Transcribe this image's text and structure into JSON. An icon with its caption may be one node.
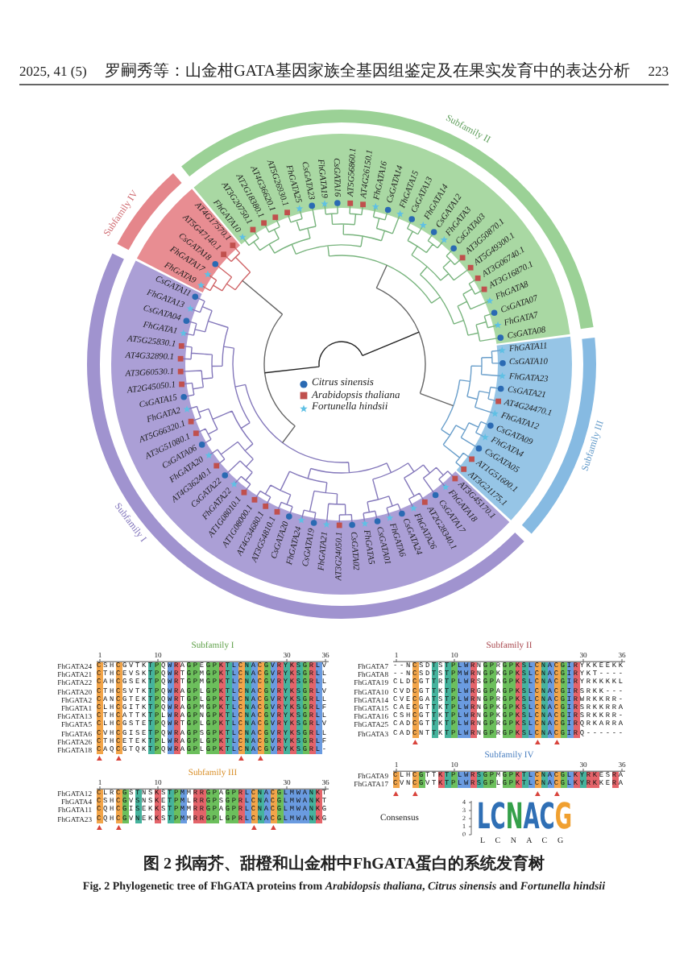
{
  "diagram": {
    "caption": "图 2 拟南芥、甜橙和山金柑中FhGATA蛋白的系统发育树",
    "labels": [
      "2025, 41 (5)",
      "罗嗣秀等：山金柑GATA基因家族全基因组鉴定及在果实发育中的表达分析",
      "223",
      "Subfamily I",
      "CsGATA11",
      "FhGATA13",
      "CsGATA04",
      "FhGATA1",
      "AT5G25830.1",
      "AT4G32890.1",
      "AT3G60530.1",
      "AT2G45050.1",
      "CsGATA15",
      "FhGATA2",
      "AT5G66320.1",
      "AT3G51080.1",
      "CsGATA06",
      "FhGATA20",
      "AT4G36240.1",
      "CsGATA22",
      "FhGATA22",
      "AT1G08010.1",
      "AT1G08000.1",
      "AT4G34680.1",
      "AT3G54810.1",
      "CsGATA20",
      "FhGATA24",
      "CsGATA19",
      "FhGATA21",
      "AT3G24050.1",
      "CsGATA02",
      "FhGATA5",
      "CsGATA01",
      "FhGATA6",
      "CsGATA24",
      "FhGATA26",
      "AT2G28340.1",
      "CsGATA17",
      "FhGATA18",
      "AT3G45170.1",
      "Subfamily II",
      "FhGATA10",
      "AT3G20750.1",
      "AT2G18380.1",
      "AT4G36620.1",
      "AT5G26930.1",
      "FhGATA25",
      "CsGATA23",
      "FhGATA19",
      "CsGATA16",
      "AT5G56860.1",
      "AT4G26150.1",
      "FhGATA16",
      "CsGATA14",
      "FhGATA15",
      "CsGATA13",
      "FhGATA14",
      "CsGATA12",
      "FhGATA3",
      "CsGATA03",
      "AT3G50870.1",
      "AT5G49300.1",
      "AT3G06740.1",
      "AT3G16870.1",
      "FhGATA8",
      "CsGATA07",
      "FhGATA7",
      "CsGATA08",
      "Subfamily III",
      "FhGATA11",
      "CsGATA10",
      "FhGATA23",
      "CsGATA21",
      "AT4G24470.1",
      "FhGATA12",
      "CsGATA09",
      "FhGATA4",
      "CsGATA05",
      "AT1G51600.1",
      "AT3G21175.1",
      "Subfamily IV",
      "FhGATA9",
      "FhGATA17",
      "CsGATA18",
      "AT5G47140.1",
      "AT4G17570.1",
      "Subfamily I",
      "1",
      "10",
      "30",
      "36",
      "FhGATA24",
      "CSHCGVTKTPQWRAGPEGPKTLCNACGVRYKSGRLV",
      "FhGATA21",
      "CTHCEVSKTPQWRTGPMGPKTLCNACGVRYKSGRLL",
      "FhGATA22",
      "CAHCGSEKTPQWRTGPMGPKTLCNACGVRYKSGRLL",
      "FhGATA20",
      "CTHCSVTKTPQWRAGPLGPKTLCNACGVRYKSGRLV",
      "FhGATA2",
      "CANCGTEKTPQWRTGPLGPKTLCNACGVRYKSGRLL",
      "FhGATA1",
      "CLHCGITKTPQWRAGPMGPKTLCNACGVRYKSGRLF",
      "FhGATA13",
      "CTHCATTKTPLWRAGPNGPKTLCNACGVRYKSGRLL",
      "FhGATA5",
      "CLHCGSTETPQWRTGPLGPKTLCNACGVRYKSGRLV",
      "FhGATA6",
      "CVHCGISETPQWRAGPSGPKTLCNACGVRYKSGRLL",
      "FhGATA26",
      "CTHCETEKTPLWRAGPLGPKTLCNACGVRYKSGRLF",
      "FhGATA18",
      "CAQCGTQKTPQWRAGPLGPKTLCNACGVRYKSGRL-",
      "Subfamily II",
      "1",
      "10",
      "30",
      "36",
      "FhGATA7",
      "--NCSDTSTPLWRNGPRGPKSLCNACGIRYKKEEKK",
      "FhGATA8",
      "--NCSDTSTPMWRNGPKGPKSLCNACGIRYKT----",
      "FhGATA19",
      "CLDCGTTRTPLWRSGPAGPKSLCNACGIRYRKKKKL",
      "FhGATA10",
      "CVDCGTTKTPLWRGGPAGPKSLCNACGIRSRKK---",
      "FhGATA14",
      "CVECGATSTPLWRNGPRGPKSLCNACGIRWRKKRR-",
      "FhGATA15",
      "CAECGTTKTPLWRNGPKGPKSLCNACGIRSRKKRRA",
      "FhGATA16",
      "CSHCGTTKTPLWRNGPKGPKSLCNACGIRSRKKRR-",
      "FhGATA25",
      "CADCGTTKTPLWRNGPRGPKSLCNACGIRQRKARRA",
      "FhGATA3",
      "CADCNTTKTPLWRNGPRGPKSLCNACGIRQ------",
      "Subfamily III",
      "1",
      "10",
      "30",
      "36",
      "FhGATA12",
      "CLRCGSTNSKSTPMMRRGPAGPRLCNACGLMWANKT",
      "FhGATA4",
      "CSHCGVSNSKETPMLRRGPSGPRLCNACGLMWANKT",
      "FhGATA11",
      "CQHCGISEKKSTPMMRRGPAGPRLCNACGLMWANKG",
      "FhGATA23",
      "CQHCGVNEKKSTPMMRRGPLGPRLCNACGLMWANKG",
      "Subfamily IV",
      "1",
      "10",
      "30",
      "36",
      "FhGATA9",
      "CLHCGTTKTPLWRSGPMGPKTLCNACGLKYRKESRA",
      "FhGATA17",
      "CVNCGVTKTPLWRSGPLGPKTLCNACGLKYRKKERA",
      "Consensus",
      "4",
      "3",
      "2",
      "1",
      "0",
      "LCNACG",
      "L C N A C G",
      "Fig. 2 Phylogenetic tree of FhGATA proteins from *Arabidopsis thaliana*, *Citrus sinensis* and *Fortunella hindsii*"
    ],
    "legend": [
      {
        "text": "Citrus sinensis",
        "color": "#2a6ab3"
      },
      {
        "text": "Arabidopsis thaliana",
        "color": "#c0504d"
      },
      {
        "text": "Fortunella hindsii",
        "color": "#5fc0e4"
      }
    ]
  }
}
